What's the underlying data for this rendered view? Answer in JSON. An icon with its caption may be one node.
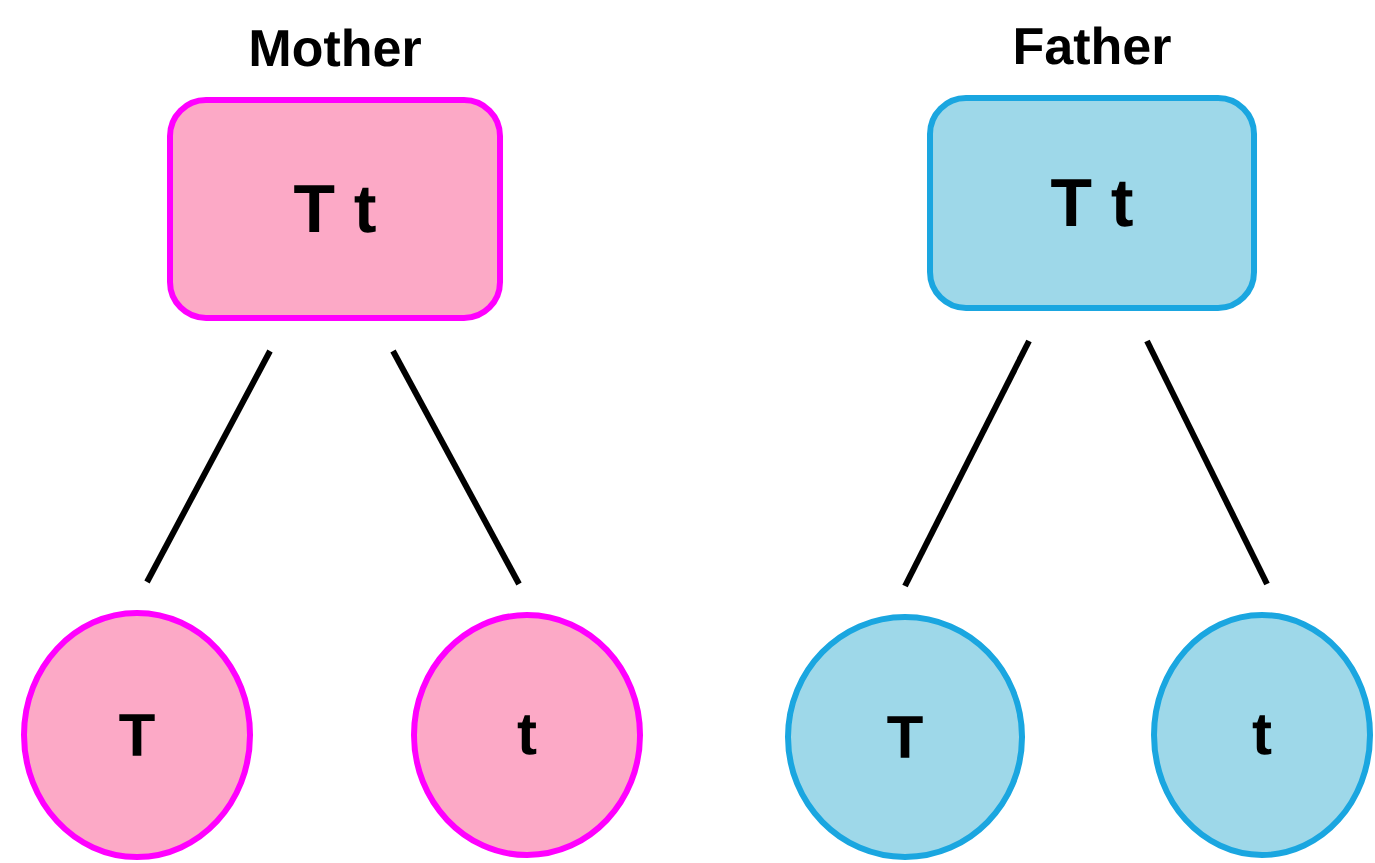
{
  "diagram": {
    "nodes": [
      {
        "text": [
          "Mother",
          "T t"
        ]
      },
      {
        "text": [
          "Father",
          "T t"
        ]
      },
      {
        "text": [
          "T"
        ]
      },
      {
        "text": [
          "t"
        ]
      },
      {
        "text": [
          "T"
        ]
      },
      {
        "text": [
          "t"
        ]
      }
    ],
    "edges": [
      {
        "from": 0,
        "to": 2,
        "arrow": "none"
      },
      {
        "from": 0,
        "to": 3,
        "arrow": "none"
      },
      {
        "from": 1,
        "to": 4,
        "arrow": "none"
      },
      {
        "from": 1,
        "to": 5,
        "arrow": "none"
      }
    ]
  }
}
